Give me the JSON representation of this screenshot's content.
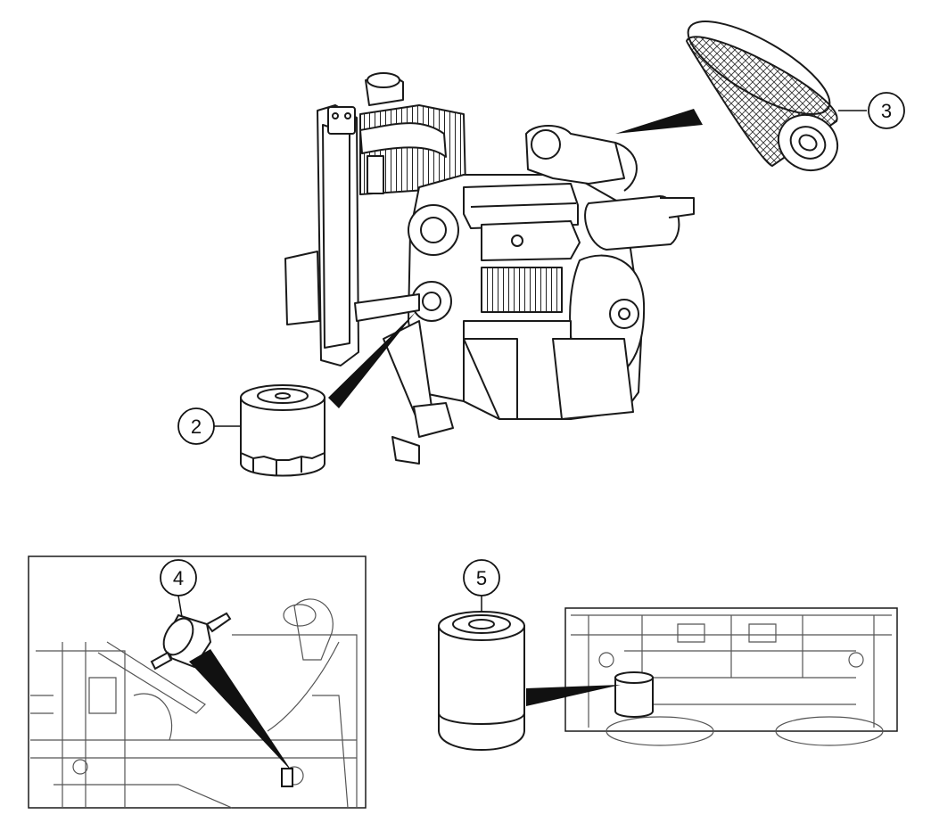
{
  "callouts": {
    "oil_filter": {
      "number": "2"
    },
    "air_filter": {
      "number": "3"
    },
    "inline_fuel_filter": {
      "number": "4"
    },
    "spin_on_fuel_filter": {
      "number": "5"
    }
  },
  "colors": {
    "line": "#1a1a1a",
    "pointer": "#111111",
    "background": "#ffffff",
    "fill": "#ffffff"
  }
}
